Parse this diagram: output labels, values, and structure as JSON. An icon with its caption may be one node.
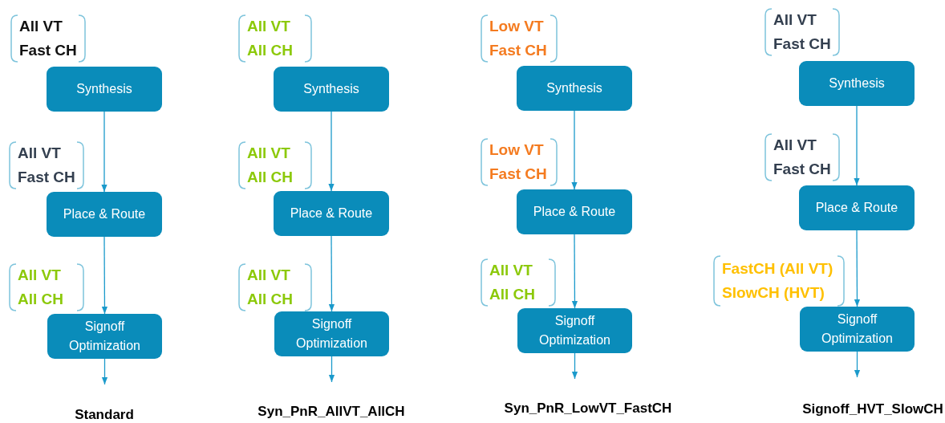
{
  "diagram": {
    "nodes": [
      {
        "text": [
          "All VT",
          "Fast CH"
        ]
      },
      {
        "text": [
          "Synthesis"
        ]
      },
      {
        "text": [
          "All VT",
          "Fast CH"
        ]
      },
      {
        "text": [
          "Place & Route"
        ]
      },
      {
        "text": [
          "All VT",
          "All CH"
        ]
      },
      {
        "text": [
          "Signoff Optimization"
        ]
      },
      {
        "text": [
          "All VT",
          "All CH"
        ]
      },
      {
        "text": [
          "Synthesis"
        ]
      },
      {
        "text": [
          "All VT",
          "All CH"
        ]
      },
      {
        "text": [
          "Place & Route"
        ]
      },
      {
        "text": [
          "All VT",
          "All CH"
        ]
      },
      {
        "text": [
          "Signoff Optimization"
        ]
      },
      {
        "text": [
          "Low VT",
          "Fast CH"
        ]
      },
      {
        "text": [
          "Synthesis"
        ]
      },
      {
        "text": [
          "Low VT",
          "Fast CH"
        ]
      },
      {
        "text": [
          "Place & Route"
        ]
      },
      {
        "text": [
          "All VT",
          "All CH"
        ]
      },
      {
        "text": [
          "Signoff Optimization"
        ]
      },
      {
        "text": [
          "All VT",
          "Fast CH"
        ]
      },
      {
        "text": [
          "Synthesis"
        ]
      },
      {
        "text": [
          "All VT",
          "Fast CH"
        ]
      },
      {
        "text": [
          "Place & Route"
        ]
      },
      {
        "text": [
          "FastCH (All VT)",
          "SlowCH (HVT)"
        ]
      },
      {
        "text": [
          "Signoff Optimization"
        ]
      }
    ],
    "edges": [
      {
        "from": 1,
        "to": 3,
        "arrow": "to"
      },
      {
        "from": 3,
        "to": 5,
        "arrow": "to"
      },
      {
        "from": 5,
        "to": null,
        "arrow": "to"
      },
      {
        "from": 7,
        "to": 9,
        "arrow": "to"
      },
      {
        "from": 9,
        "to": 11,
        "arrow": "to"
      },
      {
        "from": 11,
        "to": null,
        "arrow": "to"
      },
      {
        "from": 13,
        "to": 15,
        "arrow": "to"
      },
      {
        "from": 15,
        "to": 17,
        "arrow": "to"
      },
      {
        "from": 17,
        "to": null,
        "arrow": "to"
      },
      {
        "from": 19,
        "to": 21,
        "arrow": "to"
      },
      {
        "from": 21,
        "to": 23,
        "arrow": "to"
      },
      {
        "from": 23,
        "to": null,
        "arrow": "to"
      }
    ],
    "labels": [
      "Standard",
      "Syn_PnR_AllVT_AllCH",
      "Syn_PnR_LowVT_FastCH",
      "Signoff_HVT_SlowCH"
    ]
  }
}
